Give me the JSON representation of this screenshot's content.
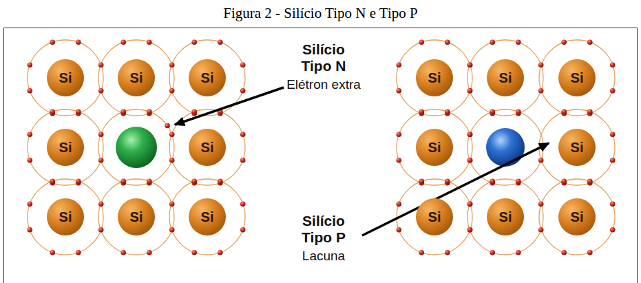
{
  "diagram": {
    "title": "Figura 2 - Silício Tipo N e Tipo P",
    "nodes": [
      {
        "text": [
          "Si"
        ]
      },
      {
        "text": [
          "Si"
        ]
      },
      {
        "text": [
          "Si"
        ]
      },
      {
        "text": [
          "Si"
        ]
      },
      {
        "text": [
          "Si"
        ]
      },
      {
        "text": [
          "Si"
        ]
      },
      {
        "text": [
          "Si"
        ]
      },
      {
        "text": [
          "Si"
        ]
      },
      {
        "text": [
          "Si"
        ]
      },
      {
        "text": [
          "Si"
        ]
      },
      {
        "text": [
          "Si"
        ]
      },
      {
        "text": [
          "Si"
        ]
      },
      {
        "text": [
          "Si"
        ]
      },
      {
        "text": [
          "Si"
        ]
      },
      {
        "text": [
          "Si"
        ]
      },
      {
        "text": [
          "Si"
        ]
      }
    ],
    "labels": [
      "Silício Tipo N",
      "Elétron extra",
      "Silício Tipo P",
      "Lacuna"
    ]
  }
}
